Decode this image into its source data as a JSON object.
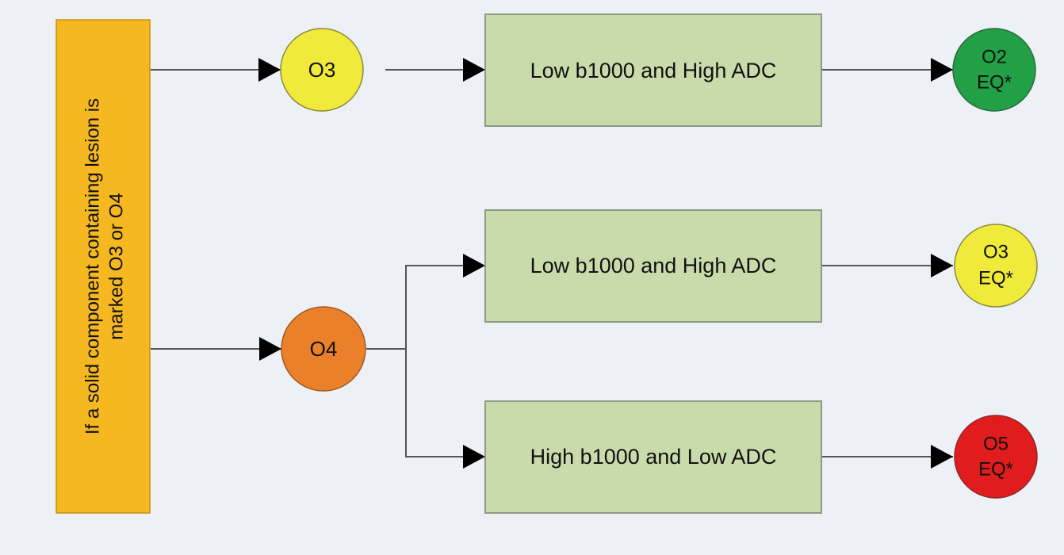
{
  "condition": {
    "line1": "If a solid component containing lesion is",
    "line2": "marked O3 or O4"
  },
  "branch_o3": {
    "node": "O3",
    "finding": "Low b1000 and High ADC",
    "result_line1": "O2",
    "result_line2": "EQ*"
  },
  "branch_o4": {
    "node": "O4",
    "finding_a": "Low b1000 and High ADC",
    "result_a_line1": "O3",
    "result_a_line2": "EQ*",
    "finding_b": "High b1000 and Low ADC",
    "result_b_line1": "O5",
    "result_b_line2": "EQ*"
  },
  "colors": {
    "condition_box": "#f5b820",
    "o3_node": "#f0ea3a",
    "o4_node": "#ea812a",
    "finding_box": "#c9dbab",
    "result_green": "#21a046",
    "result_yellow": "#f0ea3a",
    "result_red": "#e01c1c"
  }
}
